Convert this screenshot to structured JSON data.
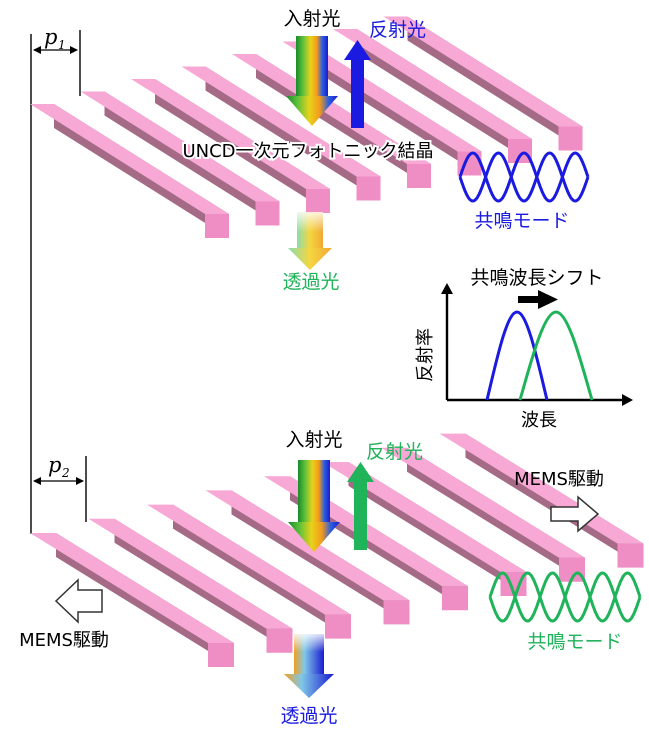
{
  "colors": {
    "bar_top": "#f7a8d4",
    "bar_front": "#ee8ec4",
    "bar_side": "#a56b86",
    "blue": "#1a1ae0",
    "green": "#1fb35a",
    "arrow_outline": "#333333"
  },
  "top_panel": {
    "period_label": "p",
    "period_subscript": "1",
    "incident_label": "入射光",
    "reflected_label": "反射光",
    "crystal_label": "UNCD一次元フォトニック結晶",
    "resonance_label": "共鳴モード",
    "transmitted_label": "透過光"
  },
  "spectrum_inset": {
    "title": "共鳴波長シフト",
    "ylabel": "反射率",
    "xlabel": "波長"
  },
  "bottom_panel": {
    "period_label": "p",
    "period_subscript": "2",
    "incident_label": "入射光",
    "reflected_label": "反射光",
    "mems_right_label": "MEMS駆動",
    "mems_left_label": "MEMS駆動",
    "resonance_label": "共鳴モード",
    "transmitted_label": "透過光"
  }
}
